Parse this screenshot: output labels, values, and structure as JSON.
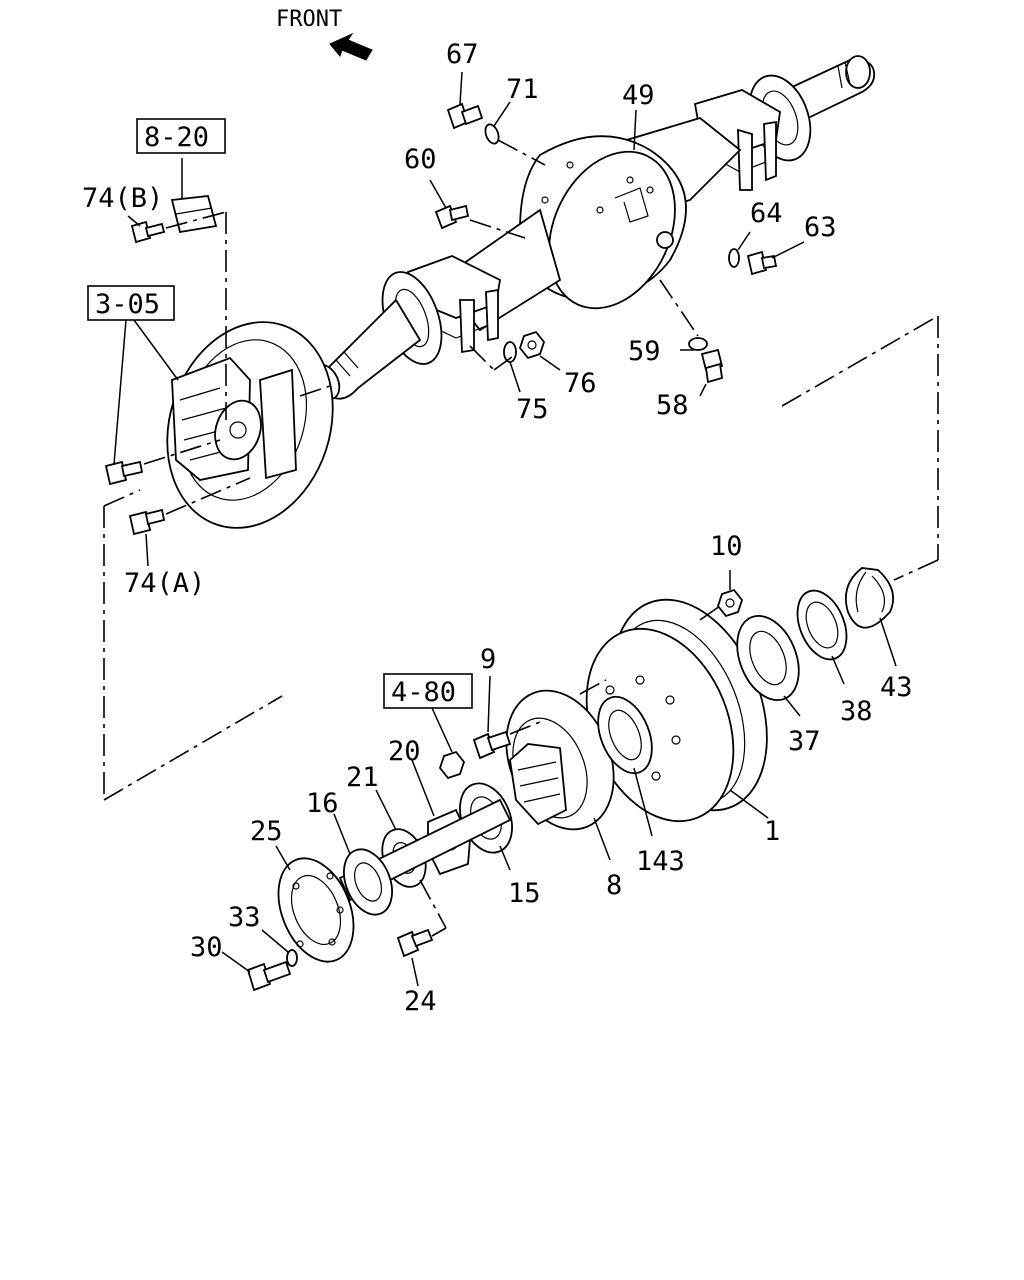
{
  "front_label": "FRONT",
  "ref_boxes": {
    "r820": "8-20",
    "r305": "3-05",
    "r480": "4-80"
  },
  "callouts": {
    "c67": "67",
    "c71": "71",
    "c49": "49",
    "c60": "60",
    "c64": "64",
    "c63": "63",
    "c74b": "74(B)",
    "c59": "59",
    "c58": "58",
    "c75": "75",
    "c76": "76",
    "c74a": "74(A)",
    "c10": "10",
    "c9": "9",
    "c43": "43",
    "c38": "38",
    "c37": "37",
    "c20": "20",
    "c21": "21",
    "c16": "16",
    "c25": "25",
    "c1": "1",
    "c143": "143",
    "c8": "8",
    "c15": "15",
    "c33": "33",
    "c30": "30",
    "c24": "24"
  }
}
